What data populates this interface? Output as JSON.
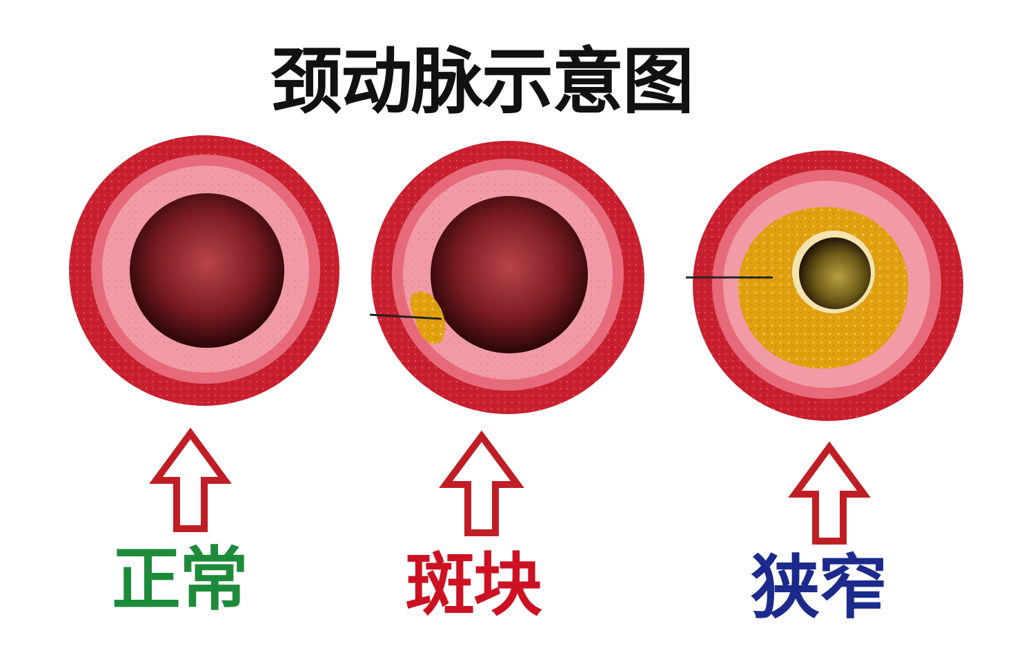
{
  "title": "颈动脉示意图",
  "stages": [
    {
      "id": "normal",
      "label": "正常",
      "label_color": "#1e8b3a",
      "plaque": "none"
    },
    {
      "id": "plaque",
      "label": "斑块",
      "label_color": "#cc1122",
      "plaque": "small"
    },
    {
      "id": "stenosis",
      "label": "狭窄",
      "label_color": "#1c2a8c",
      "plaque": "large"
    }
  ],
  "colors": {
    "adventitia": "#c8202f",
    "media": "#e8707e",
    "intima": "#f19aa4",
    "lumen": "#3a0a0c",
    "plaque": "#e0a010",
    "arrow": "#c01e25"
  }
}
